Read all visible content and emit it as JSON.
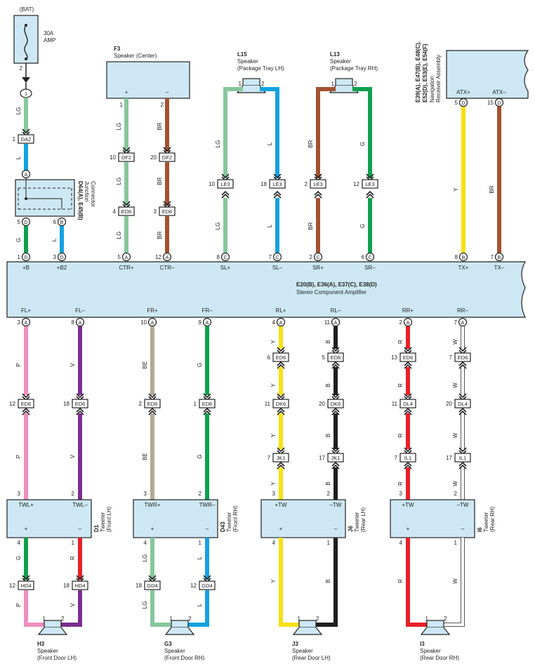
{
  "colors": {
    "box_fill": "#cde8f4",
    "box_stroke": "#222222",
    "LG": "#86c79c",
    "L": "#14a2e0",
    "G": "#0fa04f",
    "BR": "#a35231",
    "Y": "#f9e00f",
    "P": "#ec8fbd",
    "V": "#7a2f8f",
    "BE": "#b5a794",
    "B": "#1f1f1f",
    "R": "#e8202a",
    "W": "#ffffff"
  },
  "battery": {
    "label": "(BAT)",
    "fuse": [
      "30A",
      "AMP"
    ],
    "pin": "2",
    "splice": "1"
  },
  "amp": {
    "id": "E20(B), E36(A), E37(C), E38(D)",
    "name": "Stereo Component Amplifier",
    "top_pins": [
      {
        "label": "+B",
        "pin": "1",
        "conn": "D"
      },
      {
        "label": "+B2",
        "pin": "3",
        "conn": "D"
      },
      {
        "label": "CTR+",
        "pin": "5",
        "conn": "A"
      },
      {
        "label": "CTR–",
        "pin": "12",
        "conn": "A"
      },
      {
        "label": "SL+",
        "pin": "8",
        "conn": "C"
      },
      {
        "label": "SL–",
        "pin": "7",
        "conn": "C"
      },
      {
        "label": "SR+",
        "pin": "2",
        "conn": "C"
      },
      {
        "label": "SR–",
        "pin": "6",
        "conn": "C"
      },
      {
        "label": "TX+",
        "pin": "8",
        "conn": "B"
      },
      {
        "label": "TX–",
        "pin": "7",
        "conn": "B"
      }
    ],
    "bottom_pins": [
      {
        "label": "FL+",
        "pin": "3",
        "conn": "A"
      },
      {
        "label": "FL–",
        "pin": "8",
        "conn": "A"
      },
      {
        "label": "FR+",
        "pin": "10",
        "conn": "A"
      },
      {
        "label": "FR–",
        "pin": "9",
        "conn": "A"
      },
      {
        "label": "RL+",
        "pin": "4",
        "conn": "A"
      },
      {
        "label": "RL–",
        "pin": "11",
        "conn": "A"
      },
      {
        "label": "RR+",
        "pin": "2",
        "conn": "A"
      },
      {
        "label": "RR–",
        "pin": "7",
        "conn": "A"
      }
    ]
  },
  "junction": {
    "id": "D64(A), E45(B)",
    "name": [
      "Junction",
      "Connector"
    ],
    "pins": [
      "5",
      "6"
    ],
    "conn_in": "A"
  },
  "center_speaker": {
    "id": "F3",
    "name": "Speaker (Center)",
    "pins": [
      "1",
      "2"
    ]
  },
  "speaker_l15": {
    "id": "L15",
    "name": [
      "Speaker",
      "(Package Tray LH)"
    ],
    "pins": [
      "1",
      "2"
    ]
  },
  "speaker_l13": {
    "id": "L13",
    "name": [
      "Speaker",
      "(Package Tray RH)"
    ],
    "pins": [
      "1",
      "2"
    ]
  },
  "nav": {
    "ids": [
      "E39(A), E47(B), E48(C),",
      "E52(D), E53(E), E54(F)"
    ],
    "name": [
      "Navigation",
      "Receiver Assembly"
    ],
    "pins": [
      {
        "label": "ATX+",
        "pin": "5",
        "conn": "D"
      },
      {
        "label": "ATX–",
        "pin": "15",
        "conn": "D"
      }
    ]
  },
  "inline_connectors": {
    "DA2": "DA2",
    "DF2": "DF2",
    "ED6": "ED6",
    "LE3": "LE3",
    "DK6": "DK6",
    "DL4": "DL4",
    "JK1": "JK1",
    "IL1": "IL1",
    "HD4": "HD4",
    "GD4": "GD4"
  },
  "tweeters": [
    {
      "id": "D1",
      "name": [
        "Tweeter",
        "(Front LH)"
      ],
      "labels": [
        "TWL+",
        "TWL–"
      ],
      "pins": [
        "3",
        "2"
      ],
      "out_pins": [
        "4",
        "1"
      ]
    },
    {
      "id": "D43",
      "name": [
        "Tweeter",
        "(Front RH)"
      ],
      "labels": [
        "TWR+",
        "TWR–"
      ],
      "pins": [
        "3",
        "2"
      ],
      "out_pins": [
        "4",
        "1"
      ]
    },
    {
      "id": "J6",
      "name": [
        "Tweeter",
        "(Rear LH)"
      ],
      "labels": [
        "+TW",
        "–TW"
      ],
      "pins": [
        "3",
        "2"
      ],
      "out_pins": [
        "4",
        "1"
      ]
    },
    {
      "id": "I6",
      "name": [
        "Tweeter",
        "(Rear RH)"
      ],
      "labels": [
        "+TW",
        "–TW"
      ],
      "pins": [
        "3",
        "2"
      ],
      "out_pins": [
        "4",
        "1"
      ]
    }
  ],
  "door_speakers": [
    {
      "id": "H3",
      "name": [
        "Speaker",
        "(Front Door LH)"
      ],
      "pins": [
        "1",
        "2"
      ]
    },
    {
      "id": "G3",
      "name": [
        "Speaker",
        "(Front Door RH)"
      ],
      "pins": [
        "1",
        "2"
      ]
    },
    {
      "id": "J3",
      "name": [
        "Speaker",
        "(Rear Door LH)"
      ],
      "pins": [
        "1",
        "2"
      ]
    },
    {
      "id": "I3",
      "name": [
        "Speaker",
        "(Rear Door RH)"
      ],
      "pins": [
        "1",
        "2"
      ]
    }
  ],
  "polarity": {
    "plus": "+",
    "minus": "–"
  },
  "wire_labels": {
    "LG": "LG",
    "L": "L",
    "G": "G",
    "BR": "BR",
    "Y": "Y",
    "P": "P",
    "V": "V",
    "BE": "BE",
    "B": "B",
    "R": "R",
    "W": "W"
  },
  "pin_numbers": {
    "n1": "1",
    "n2": "2",
    "n3": "3",
    "n4": "4",
    "n5": "5",
    "n6": "6",
    "n7": "7",
    "n8": "8",
    "n9": "9",
    "n10": "10",
    "n11": "11",
    "n12": "12",
    "n13": "13",
    "n17": "17",
    "n18": "18",
    "n20": "20"
  }
}
